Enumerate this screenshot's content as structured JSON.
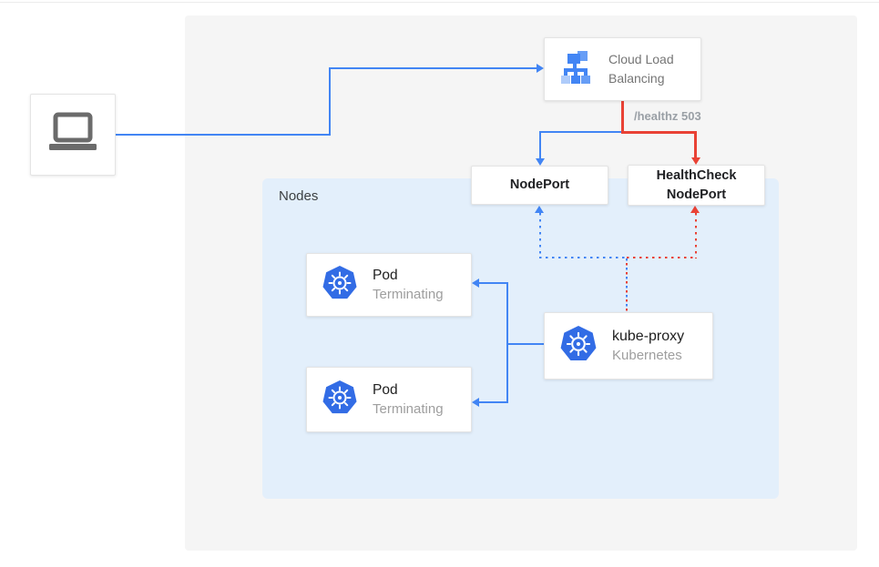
{
  "diagram": {
    "panels": {
      "nodes_label": "Nodes"
    },
    "edge_labels": {
      "healthz": "/healthz 503"
    },
    "cards": {
      "client": {
        "icon": "laptop-icon"
      },
      "cloud_load_balancing": {
        "title": "Cloud Load Balancing",
        "icon": "cloud-load-balancing-icon"
      },
      "nodeport": {
        "title": "NodePort"
      },
      "healthcheck_nodeport": {
        "title": "HealthCheck NodePort"
      },
      "kube_proxy": {
        "title": "kube-proxy",
        "subtitle": "Kubernetes",
        "icon": "kubernetes-icon"
      },
      "pod_top": {
        "title": "Pod",
        "subtitle": "Terminating",
        "icon": "kubernetes-icon"
      },
      "pod_bottom": {
        "title": "Pod",
        "subtitle": "Terminating",
        "icon": "kubernetes-icon"
      }
    },
    "colors": {
      "blue": "#4285f4",
      "red": "#e94235",
      "nodes_panel": "#e3effb",
      "background_panel": "#f5f5f5",
      "kubernetes_blue": "#326ce5",
      "icon_gray": "#6b6b6b"
    }
  }
}
